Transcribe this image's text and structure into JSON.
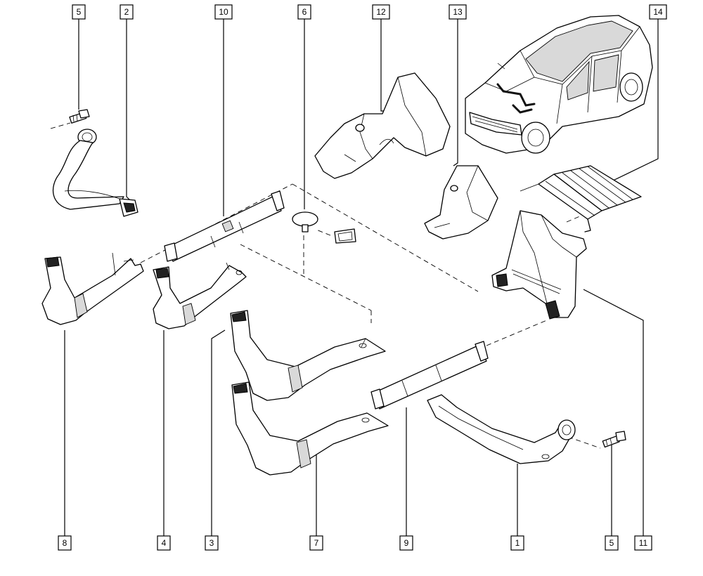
{
  "diagram": {
    "callouts_top": [
      "5",
      "2",
      "10",
      "6",
      "12",
      "13",
      "14"
    ],
    "callouts_bottom": [
      "8",
      "4",
      "3",
      "7",
      "9",
      "1",
      "5",
      "11"
    ],
    "parts": [
      {
        "ref": "1",
        "icon": "rear-right-duct"
      },
      {
        "ref": "2",
        "icon": "rear-left-duct"
      },
      {
        "ref": "3",
        "icon": "front-floor-duct"
      },
      {
        "ref": "4",
        "icon": "left-floor-duct"
      },
      {
        "ref": "5",
        "icon": "screw"
      },
      {
        "ref": "6",
        "icon": "clip"
      },
      {
        "ref": "7",
        "icon": "rear-floor-duct"
      },
      {
        "ref": "8",
        "icon": "far-left-duct"
      },
      {
        "ref": "9",
        "icon": "connector-tube"
      },
      {
        "ref": "10",
        "icon": "upper-tube"
      },
      {
        "ref": "11",
        "icon": "distributor-housing"
      },
      {
        "ref": "12",
        "icon": "left-cover"
      },
      {
        "ref": "13",
        "icon": "right-cover"
      },
      {
        "ref": "14",
        "icon": "floor-plate"
      }
    ],
    "vehicle_icon": "sedan-car-icon",
    "line_color": "#000000",
    "fill_color": "#ffffff"
  }
}
